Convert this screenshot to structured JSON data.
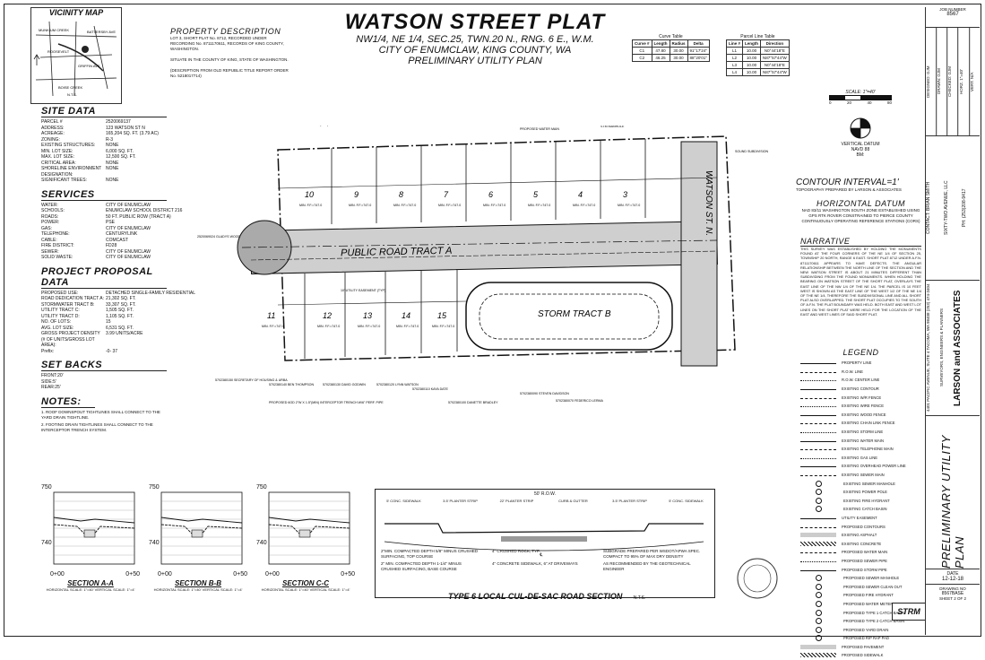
{
  "title": "WATSON STREET PLAT",
  "subtitle_lines": [
    "NW1/4, NE 1/4, SEC.25, TWN.20 N., RNG. 6 E., W.M.",
    "CITY OF ENUMCLAW, KING COUNTY, WA",
    "PRELIMINARY UTILITY PLAN"
  ],
  "vicinity": {
    "title": "VICINITY MAP",
    "labels": [
      "MUNKIUM CREEK",
      "BATTERSBY AVE",
      "ROOSEVELT",
      "GRIFFIN AVE",
      "BOISE CREEK",
      "N.T.S."
    ]
  },
  "property": {
    "title": "PROPERTY DESCRIPTION",
    "lines": [
      "LOT 3, SHORT PLAT No. 8712, RECORDED UNDER",
      "RECORDING No. 8711170611, RECORDS OF KING COUNTY,",
      "WASHINGTON.",
      "",
      "SITUATE IN THE COUNTY OF KING, STATE OF WASHINGTON.",
      "",
      "(DESCRIPTION FROM OLD REPUBLIC TITLE REPORT ORDER",
      "No. 5218017714)"
    ]
  },
  "site_data": {
    "title": "SITE DATA",
    "rows": [
      [
        "PARCEL #",
        "2520069137"
      ],
      [
        "ADDRESS:",
        "123 WATSON ST N"
      ],
      [
        "ACREAGE:",
        "165,204 SQ. FT. (3.79 AC)"
      ],
      [
        "ZONING:",
        "R-3"
      ],
      [
        "EXISTING STRUCTURES:",
        "NONE"
      ],
      [
        "MIN. LOT SIZE:",
        "6,000 SQ. FT."
      ],
      [
        "MAX. LOT SIZE:",
        "12,500 SQ. FT."
      ],
      [
        "CRITICAL AREA:",
        "NONE"
      ],
      [
        "SHORELINE ENVIRONMENT DESIGNATION:",
        "NONE"
      ],
      [
        "SIGNIFICANT TREES:",
        "NONE"
      ]
    ]
  },
  "services": {
    "title": "SERVICES",
    "rows": [
      [
        "WATER:",
        "CITY OF ENUMCLAW"
      ],
      [
        "SCHOOLS:",
        "ENUMCLAW SCHOOL DISTRICT 216"
      ],
      [
        "ROADS:",
        "50 FT. PUBLIC ROW (TRACT A)"
      ],
      [
        "POWER:",
        "PSE"
      ],
      [
        "GAS:",
        "CITY OF ENUMCLAW"
      ],
      [
        "TELEPHONE:",
        "CENTURYLINK"
      ],
      [
        "CABLE:",
        "COMCAST"
      ],
      [
        "FIRE DISTRICT:",
        "FD28"
      ],
      [
        "SEWER:",
        "CITY OF ENUMCLAW"
      ],
      [
        "SOLID WASTE:",
        "CITY OF ENUMCLAW"
      ]
    ]
  },
  "proposal": {
    "title": "PROJECT PROPOSAL DATA",
    "rows": [
      [
        "PROPOSED USE:",
        "DETACHED SINGLE-FAMILY RESIDENTIAL"
      ],
      [
        "ROAD DEDICATION TRACT A:",
        "21,302 SQ. FT."
      ],
      [
        "STORMWATER TRACT B:",
        "33,307 SQ. FT."
      ],
      [
        "UTILITY TRACT C:",
        "1,505 SQ. FT."
      ],
      [
        "UTILITY TRACT D:",
        "1,105 SQ. FT."
      ],
      [
        "NO. OF LOTS:",
        "15"
      ],
      [
        "AVG. LOT SIZE:",
        "6,531 SQ. FT."
      ],
      [
        "GROSS PROJECT DENSITY (# OF UNITS/GROSS LOT AREA):",
        "3.99 UNITS/ACRE"
      ],
      [
        "Prefix:",
        "-0- 37"
      ]
    ]
  },
  "setbacks": {
    "title": "SET BACKS",
    "rows": [
      [
        "FRONT:",
        "20'"
      ],
      [
        "SIDE:",
        "5'"
      ],
      [
        "REAR:",
        "25'"
      ]
    ]
  },
  "notes": {
    "title": "NOTES:",
    "items": [
      "1. ROOF DOWNSPOUT TIGHTLINES SHALL CONNECT TO THE YARD DRAIN TIGHTLINE.",
      "2. FOOTING DRAIN TIGHTLINES SHALL CONNECT TO THE INTERCEPTOR TRENCH SYSTEM."
    ]
  },
  "curve_table": {
    "title": "Curve Table",
    "headers": [
      "Curve #",
      "Length",
      "Radius",
      "Delta"
    ],
    "rows": [
      [
        "C1",
        "47.80",
        "30.00",
        "91°17'24\""
      ],
      [
        "C2",
        "46.25",
        "30.00",
        "88°20'01\""
      ]
    ]
  },
  "parcel_table": {
    "title": "Parcel Line Table",
    "headers": [
      "Line #",
      "Length",
      "Direction"
    ],
    "rows": [
      [
        "L1",
        "10.00",
        "N0°44'18\"E"
      ],
      [
        "L2",
        "10.00",
        "N87°57'44\"W"
      ],
      [
        "L3",
        "10.00",
        "N0°44'18\"E"
      ],
      [
        "L4",
        "10.00",
        "N87°57'44\"W"
      ]
    ]
  },
  "scale": {
    "label": "SCALE: 1\"=40'",
    "ticks": [
      "0",
      "20",
      "40",
      "80"
    ]
  },
  "vertical_datum": {
    "title": "VERTICAL DATUM",
    "value": "NAVD 88",
    "bm": "BM:"
  },
  "contour": {
    "title": "CONTOUR INTERVAL=1'",
    "sub": "TOPOGRAPHY PREPARED BY LARSON & ASSOCIATES"
  },
  "horizontal_datum": {
    "title": "HORIZONTAL DATUM",
    "text": "NAD 83/11 WASHINGTON SOUTH ZONE ESTABLISHED USING GPS RTK ROVER CONSTRAINED TO PIERCE COUNTY CONTINUOUSLY OPERATING REFERENCE STATIONS (CORS)"
  },
  "narrative": {
    "title": "NARRATIVE",
    "text": "THIS SURVEY WAS ESTABLISHED BY HOLDING THE MONUMENTS FOUND AT THE FOUR CORNERS OF THE NE 1/4 OF SECTION 25, TOWNSHIP 20 NORTH, RANGE 6 EAST. SHORT PLAT 8712 UNDER A.F.N. 8711170611 APPEARS TO HAVE DEFECTS. THE ANGULAR RELATIONSHIP BETWEEN THE NORTH LINE OF THE SECTION AND THE NEW WATSON STREET IS ABOUT 21 MINUTES DIFFERENT THAN SUBDIVIDING FROM THE FOUND MONUMENTS. WHEN HOLDING THE BEARING ON WATSON STREET OF THE SHORT PLAT, OVERLAYS THE EAST LINE OF THE NW 1/4 OF THE NE 1/4. THE PARCEL IS 10 FEET WEST IS SHOWN AS THE EAST LINE OF THE WEST 1/2 OF THE NE 1/4 OF THE NE 1/4, THEREFORE THE SUBDIVISIONAL LINE AND ALL SHORT PLAT ALSO OVERLAPPED. THE SHORT PLAT OCCUPIES TO THE SOUTH OF A.F.N. THE PLAT BOUNDARY WAS HELD. BOTH EAST AND WEST LOT LINES ON THE SHORT PLAT WERE HELD FOR THE LOCATION OF THE EAST AND WEST LINES OF SAID SHORT PLAT."
  },
  "legend": {
    "title": "LEGEND",
    "items": [
      "PROPERTY LINE",
      "R.O.W. LINE",
      "R.O.W. CENTER LINE",
      "EXISTING CONTOUR",
      "EXISTING W/R FENCE",
      "EXISTING WIRE FENCE",
      "EXISTING WOOD FENCE",
      "EXISTING CHAIN LINK FENCE",
      "EXISTING STORM LINE",
      "EXISTING WATER MAIN",
      "EXISTING TELEPHONE MAIN",
      "EXISTING GAS LINE",
      "EXISTING OVERHEAD POWER LINE",
      "EXISTING SEWER MAIN",
      "EXISTING SEWER MANHOLE",
      "EXISTING POWER POLE",
      "EXISTING FIRE HYDRANT",
      "EXISTING CATCH BASIN",
      "UTILITY EASEMENT",
      "PROPOSED CONTOURS",
      "EXISTING ASPHALT",
      "EXISTING CONCRETE",
      "PROPOSED WATER MAIN",
      "PROPOSED SEWER PIPE",
      "PROPOSED STORM PIPE",
      "PROPOSED SEWER MANHOLE",
      "PROPOSED SEWER CLEAN OUT",
      "PROPOSED FIRE HYDRANT",
      "PROPOSED WATER METER",
      "PROPOSED TYPE 1 CATCH BASIN",
      "PROPOSED TYPE 2 CATCH BASIN",
      "PROPOSED YARD DRAIN",
      "PROPOSED RIP RAP PAD",
      "PROPOSED PAVEMENT",
      "PROPOSED SIDEWALK"
    ]
  },
  "plan": {
    "road": "PUBLIC ROAD TRACT A",
    "storm": "STORM TRACT B",
    "street": "WATSON ST. N.",
    "lots_north": [
      "10",
      "9",
      "8",
      "7",
      "6",
      "5",
      "4",
      "3"
    ],
    "lots_south": [
      "11",
      "12",
      "13",
      "14",
      "15"
    ],
    "lot_note": "MIN. F.F.=747.0",
    "notes": [
      "PROPOSED 6OD 2\"W X 1.5\"(MIN) INTERCEPTOR TRENCH W/6\" PERF. PIPE",
      "10' UTILITY EASEMENT (TYP)",
      "PROPOSED WATER MAIN",
      "STM MANHOLE",
      "SOUND SUBDIVISION",
      "PROPOSED 6OD 2\"W X 1.5\"(MIN) INTERCEPTOR TRENCH W/6\" PERF. PIPE",
      "2520069024 GLADYS WOOD",
      "5702380150 SECRETARY OF HOUSING & URBA",
      "5702380140 BEN THOMPSON",
      "5702380130 DAVID GODWIN",
      "5702380120 LYNN WATSON",
      "5702380110 KAYA DATE",
      "5702380100 DANETTE BRADLEY",
      "5702380090 STEVEN DAVIDSON",
      "5702380070 FEDERICO LERMA"
    ]
  },
  "sections": [
    {
      "title": "SECTION A-A",
      "scale": "HORIZONTAL SCALE: 1\"=40' VERTICAL SCALE: 1\"=4'",
      "top": "750",
      "mid": "740",
      "x0": "0+00",
      "x1": "0+50"
    },
    {
      "title": "SECTION B-B",
      "scale": "HORIZONTAL SCALE: 1\"=40' VERTICAL SCALE: 1\"=4'",
      "top": "750",
      "mid": "740",
      "x0": "0+00",
      "x1": "0+50"
    },
    {
      "title": "SECTION C-C",
      "scale": "HORIZONTAL SCALE: 1\"=40' VERTICAL SCALE: 1\"=4'",
      "top": "750",
      "mid": "740",
      "x0": "0+00",
      "x1": "0+50"
    }
  ],
  "road_section": {
    "title": "TYPE 6 LOCAL CUL-DE-SAC ROAD SECTION",
    "nts": "N.T.S.",
    "row": "50' R.O.W.",
    "labels": [
      "5' CONC. SIDEWALK",
      "3.5' PLANTER STRIP",
      "22' PLANTER STRIP",
      "CURB & GUTTER",
      "3.5' PLANTER STRIP",
      "5' CONC. SIDEWALK"
    ],
    "notes": [
      "2\"MIN. COMPACTED DEPTH 5/8\" MINUS CRUSHED SURFACING, TOP COURSE",
      "4\" CRUSHED ROCK, TYP.",
      "SUBGRADE PREPARED PER WSDOT/APWA SPEC. COMPACT TO 95% OF MAX DRY DENSITY",
      "2\" MIN. COMPACTED DEPTH 1-1/4\" MINUS CRUSHED SURFACING, BASE COURSE",
      "4\" CONCRETE SIDEWALK, 6\" AT DRIVEWAYS",
      "AS RECOMMENDED BY THE GEOTECHNICAL ENGINEER"
    ]
  },
  "title_block": {
    "job_number": "JOB NUMBER",
    "job_value": "8567",
    "scale_h": "HORZ. 1\"=40'",
    "scale_v": "VERT. N/A",
    "designed": "DESIGNED: GJM",
    "drawn": "DRAWN: GJM",
    "checked": "CHECKED: GJM",
    "phone": "PH: (253)208-9417",
    "client": "SIXTY-TWO AVENUE, LLC",
    "contact": "CONTACT: BRIAN SMITH",
    "firm": "LARSON and ASSOCIATES",
    "firm_sub": "SURVEYORS, ENGINEERS & PLANNERS",
    "firm_addr": "4401 PACIFIC AVENUE, SUITE 4   TACOMA, WA  98408   (253) 474-3404",
    "sheet_title": "PRELIMINARY UTILITY PLAN",
    "date_label": "DATE",
    "date": "12-12-18",
    "drawing_no": "DRAWING NO",
    "drawing_val": "8567BASE",
    "strm": "STRM",
    "sheet": "SHEET 2 OF 2"
  }
}
